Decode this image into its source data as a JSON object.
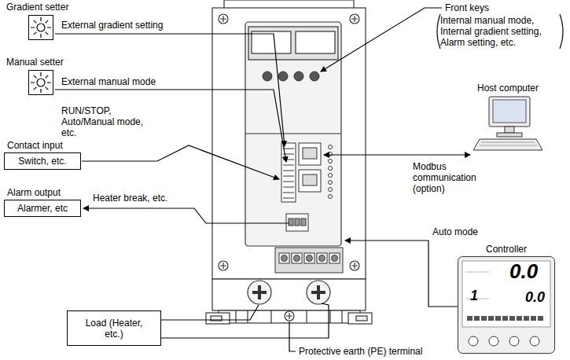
{
  "diagram": {
    "nodes": [
      {
        "text": [
          "Gradient setter"
        ]
      },
      {
        "text": [
          "Manual setter"
        ]
      },
      {
        "text": [
          "Contact input",
          "Switch, etc."
        ]
      },
      {
        "text": [
          "Alarm output",
          "Alarmer, etc"
        ]
      },
      {
        "text": [
          "Host computer"
        ]
      },
      {
        "text": [
          "Controller"
        ]
      },
      {
        "text": [
          "Load (Heater, etc.)"
        ]
      }
    ],
    "labels": [
      "External gradient setting",
      "External manual mode",
      "RUN/STOP, Auto/Manual mode, etc.",
      "Heater break, etc.",
      "Front keys",
      "Internal manual mode, Internal gradient setting, Alarm setting, etc.",
      "Modbus communication (option)",
      "Auto mode",
      "Protective earth (PE) terminal",
      "0.0",
      "1",
      "0.0"
    ]
  }
}
